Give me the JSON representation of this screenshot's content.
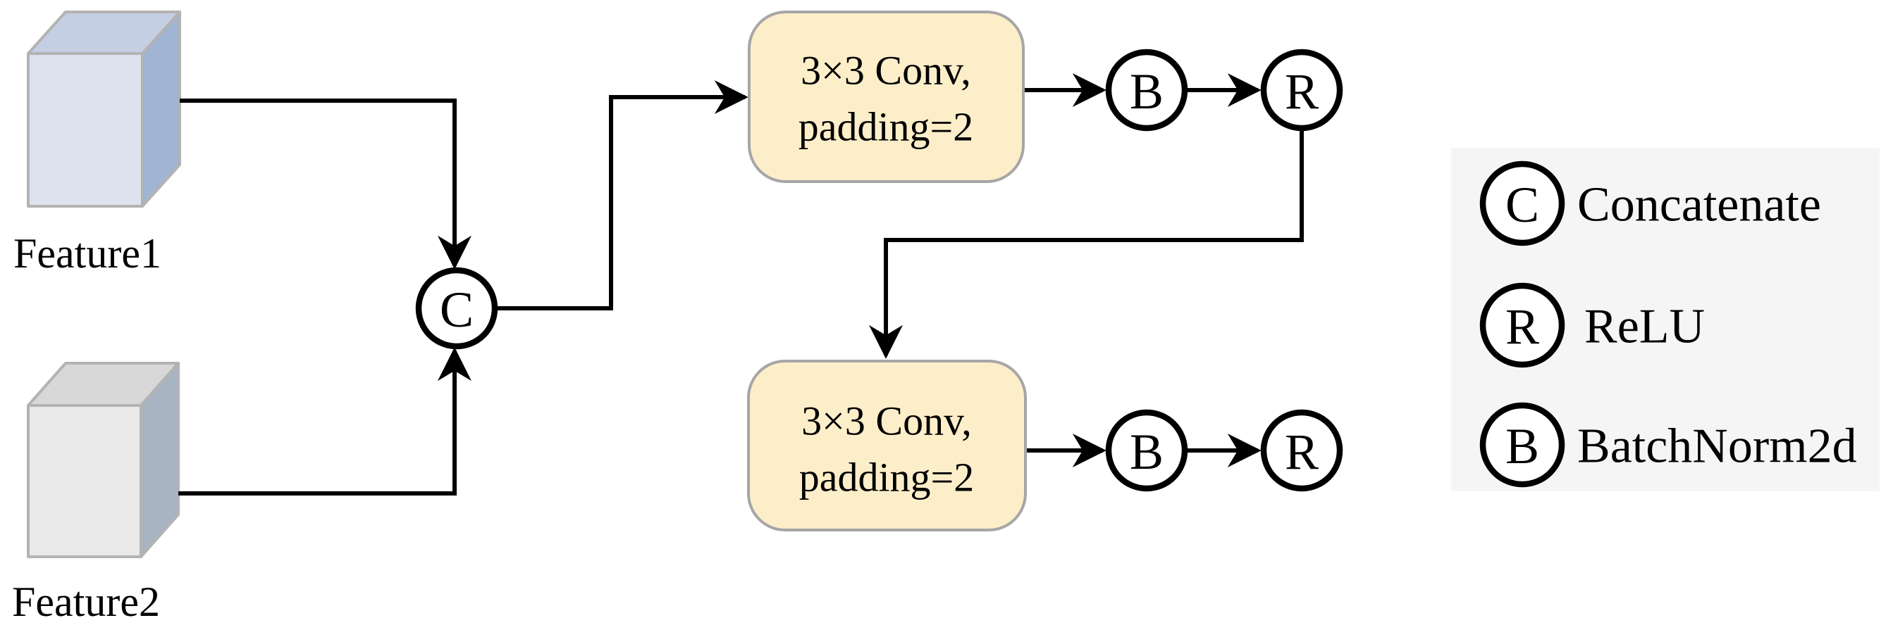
{
  "figure": {
    "inputs": [
      {
        "label": "Feature1"
      },
      {
        "label": "Feature2"
      }
    ],
    "concat_node": {
      "letter": "C"
    },
    "conv_blocks": [
      {
        "line1": "3×3 Conv,",
        "line2": "padding=2"
      },
      {
        "line1": "3×3 Conv,",
        "line2": "padding=2"
      }
    ],
    "bn_nodes": [
      {
        "letter": "B"
      },
      {
        "letter": "B"
      }
    ],
    "relu_nodes": [
      {
        "letter": "R"
      },
      {
        "letter": "R"
      }
    ],
    "legend": {
      "items": [
        {
          "symbol": "C",
          "label": "Concatenate"
        },
        {
          "symbol": "R",
          "label": "ReLU"
        },
        {
          "symbol": "B",
          "label": "BatchNorm2d"
        }
      ]
    },
    "colors": {
      "cube1_front": "#dce3ef",
      "cube1_top": "#c5cfe3",
      "cube1_side": "#a0b4d3",
      "cube2_front": "#e9e9e9",
      "cube2_top": "#d8d8d8",
      "cube2_side": "#a8b4c2",
      "conv_fill": "#fdeeca",
      "legend_bg": "#f5f5f5"
    }
  }
}
